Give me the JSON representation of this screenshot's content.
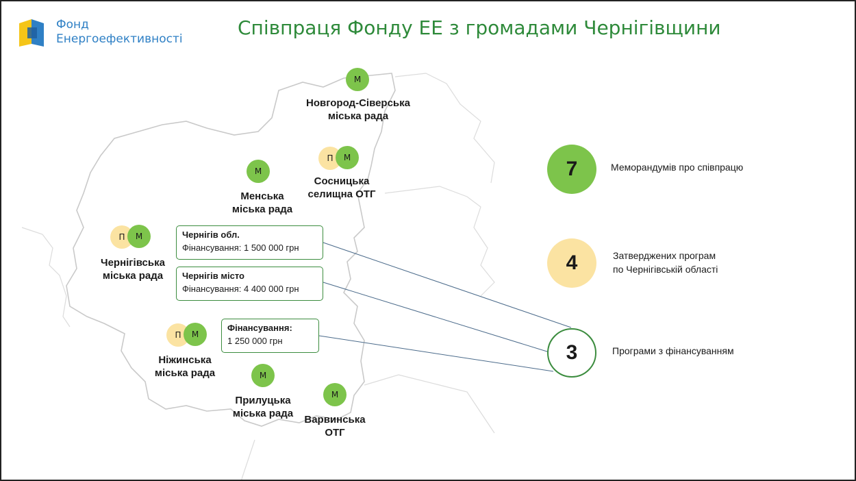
{
  "logo": {
    "line1": "Фонд",
    "line2": "Енергоефективності"
  },
  "title": "Співпраця Фонду ЕЕ з громадами Чернігівщини",
  "badge_letters": {
    "memorandum": "М",
    "program": "П"
  },
  "communities": [
    {
      "id": "novhorod",
      "name_lines": [
        "Новгород-Сіверська",
        "міська рада"
      ],
      "memorandum": true,
      "program": false
    },
    {
      "id": "sosnytsia",
      "name_lines": [
        "Сосницька",
        "селищна ОТГ"
      ],
      "memorandum": true,
      "program": true
    },
    {
      "id": "mena",
      "name_lines": [
        "Менська",
        "міська рада"
      ],
      "memorandum": true,
      "program": false
    },
    {
      "id": "chernihiv",
      "name_lines": [
        "Чернігівська",
        "міська рада"
      ],
      "memorandum": true,
      "program": true
    },
    {
      "id": "nizhyn",
      "name_lines": [
        "Ніжинська",
        "міська рада"
      ],
      "memorandum": true,
      "program": true
    },
    {
      "id": "pryluky",
      "name_lines": [
        "Прилуцька",
        "міська рада"
      ],
      "memorandum": true,
      "program": false
    },
    {
      "id": "varva",
      "name_lines": [
        "Варвинська",
        "ОТГ"
      ],
      "memorandum": true,
      "program": false
    }
  ],
  "funding_boxes": [
    {
      "id": "oblast",
      "title": "Чернігів обл.",
      "text": "Фінансування: 1 500 000 грн"
    },
    {
      "id": "city",
      "title": "Чернігів місто",
      "text": "Фінансування: 4 400 000 грн"
    },
    {
      "id": "nizhyn",
      "title": "Фінансування:",
      "text": "1 250 000 грн"
    }
  ],
  "stats": [
    {
      "id": "memoranda",
      "value": 7,
      "label_lines": [
        "Меморандумів про співпрацю"
      ],
      "color": "#7dc44b",
      "style": "filled"
    },
    {
      "id": "approved",
      "value": 4,
      "label_lines": [
        "Затверджених програм",
        "по Чернігівській області"
      ],
      "color": "#fbe3a2",
      "style": "filled"
    },
    {
      "id": "funded",
      "value": 3,
      "label_lines": [
        "Програми з фінансуванням"
      ],
      "color": "#3b8c3e",
      "style": "outline"
    }
  ],
  "colors": {
    "title": "#2e8a3a",
    "logo_text": "#2f80c5",
    "memorandum": "#7dc44b",
    "program": "#fbe3a2",
    "box_border": "#3b8c3e",
    "map_border": "#c9c9c9",
    "connector": "#4a6a8a"
  }
}
